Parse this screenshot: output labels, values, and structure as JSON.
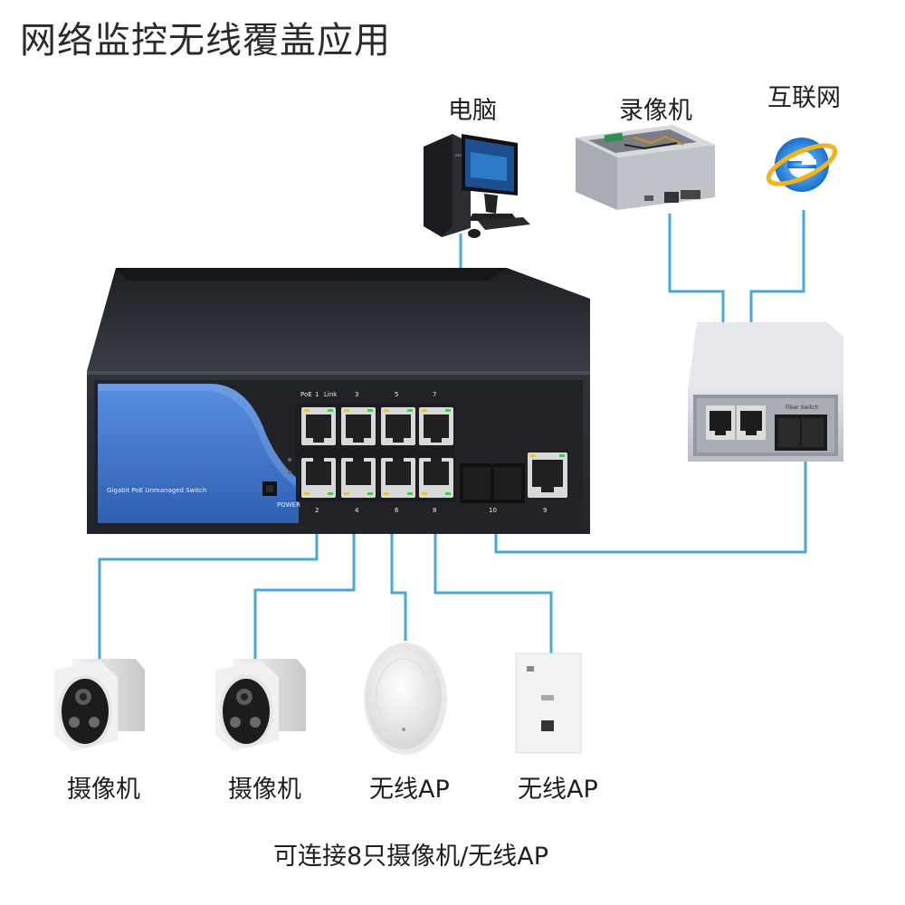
{
  "title": "网络监控无线覆盖应用",
  "devices": {
    "pc": "电脑",
    "nvr": "录像机",
    "internet": "互联网",
    "camera1": "摄像机",
    "camera2": "摄像机",
    "ap1": "无线AP",
    "ap2": "无线AP"
  },
  "caption": "可连接8只摄像机/无线AP",
  "switch": {
    "model_text": "Gigabit PoE Unmanaged Switch",
    "power_label": "POWER",
    "poe_label": "PoE",
    "link_label": "Link",
    "port_top_labels": [
      "1",
      "3",
      "5",
      "7"
    ],
    "port_bottom_labels": [
      "2",
      "4",
      "6",
      "8"
    ],
    "sfp_label": "10",
    "uplink_label": "9"
  },
  "fiber_switch": {
    "label": "Fiber Switch"
  },
  "colors": {
    "cable": "#4aa8d8",
    "switch_body": "#2b2e35",
    "switch_panel": "#3d6cc0",
    "fiber_body": "#cfd2d8"
  }
}
